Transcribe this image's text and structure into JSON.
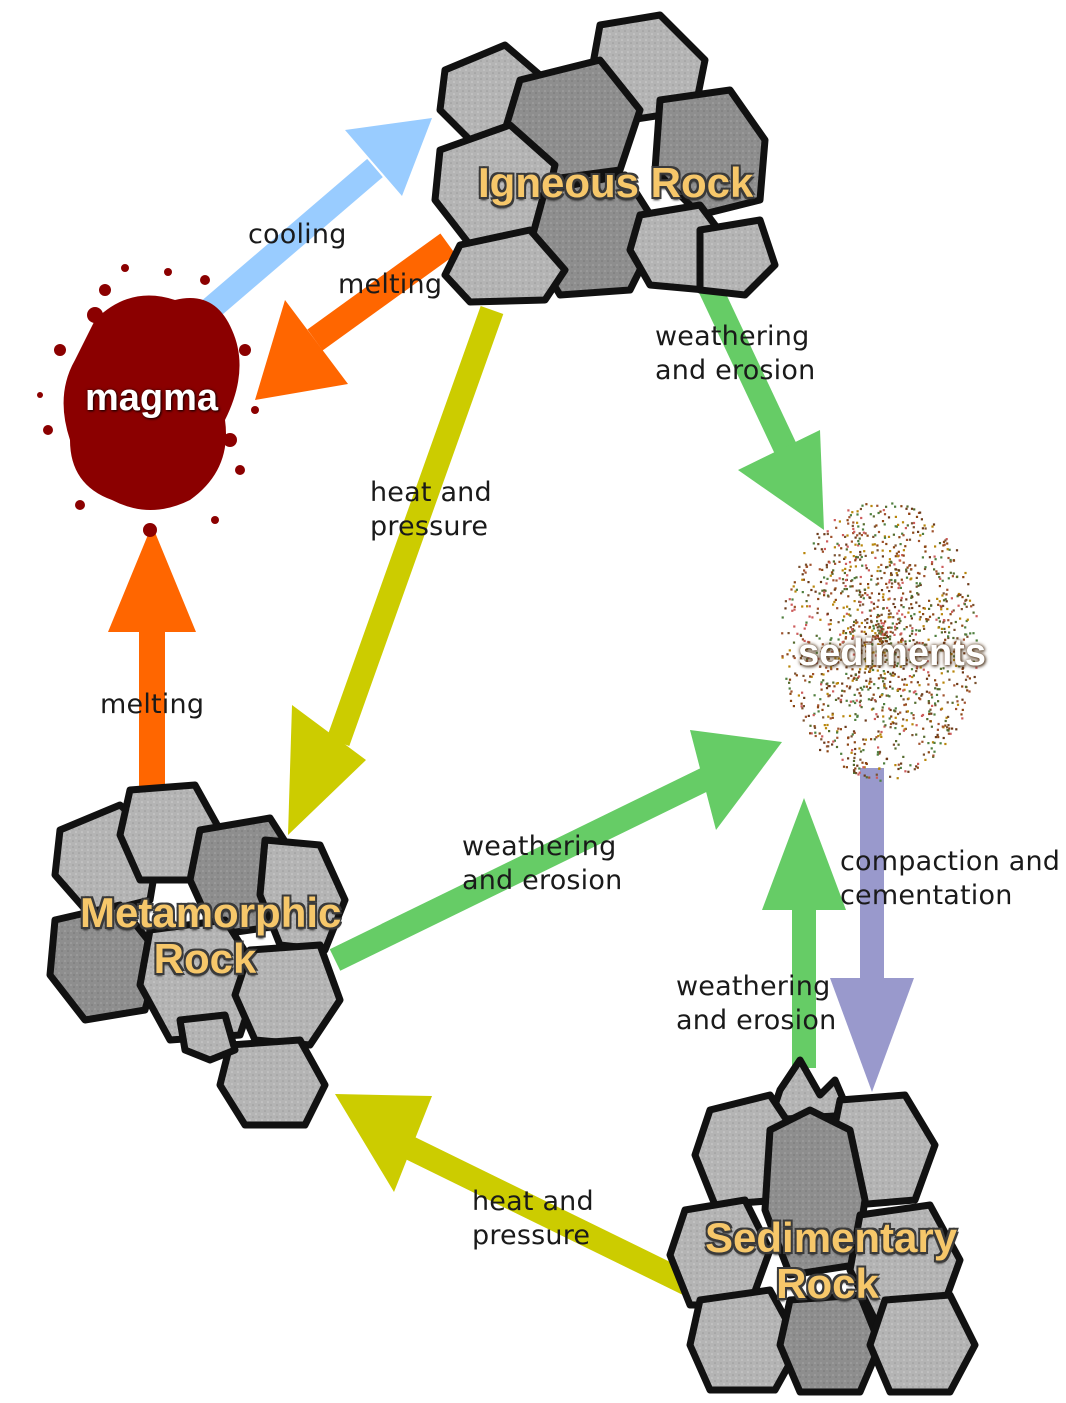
{
  "nodes": {
    "igneous": "Igneous Rock",
    "magma": "magma",
    "sediments": "sediments",
    "metamorphic_line1": "Metamorphic",
    "metamorphic_line2": "Rock",
    "sedimentary_line1": "Sedimentary",
    "sedimentary_line2": "Rock"
  },
  "edges": {
    "cooling": "cooling",
    "melting_igneous": "melting",
    "weathering_igneous_1": "weathering",
    "weathering_igneous_2": "and erosion",
    "heat_igneous_1": "heat and",
    "heat_igneous_2": "pressure",
    "melting_metamorphic": "melting",
    "weathering_metamorphic_1": "weathering",
    "weathering_metamorphic_2": "and erosion",
    "compaction_1": "compaction and",
    "compaction_2": "cementation",
    "weathering_sedimentary_1": "weathering",
    "weathering_sedimentary_2": "and erosion",
    "heat_sedimentary_1": "heat and",
    "heat_sedimentary_2": "pressure"
  },
  "colors": {
    "cooling": "#99ccff",
    "melting": "#ff6600",
    "weathering": "#66cc66",
    "heat_pressure": "#cccc00",
    "compaction": "#9999cc",
    "magma": "#8b0000",
    "rock_light": "#bdbdbd",
    "rock_dark": "#8f8f8f",
    "title_gold": "#f6c76a"
  }
}
